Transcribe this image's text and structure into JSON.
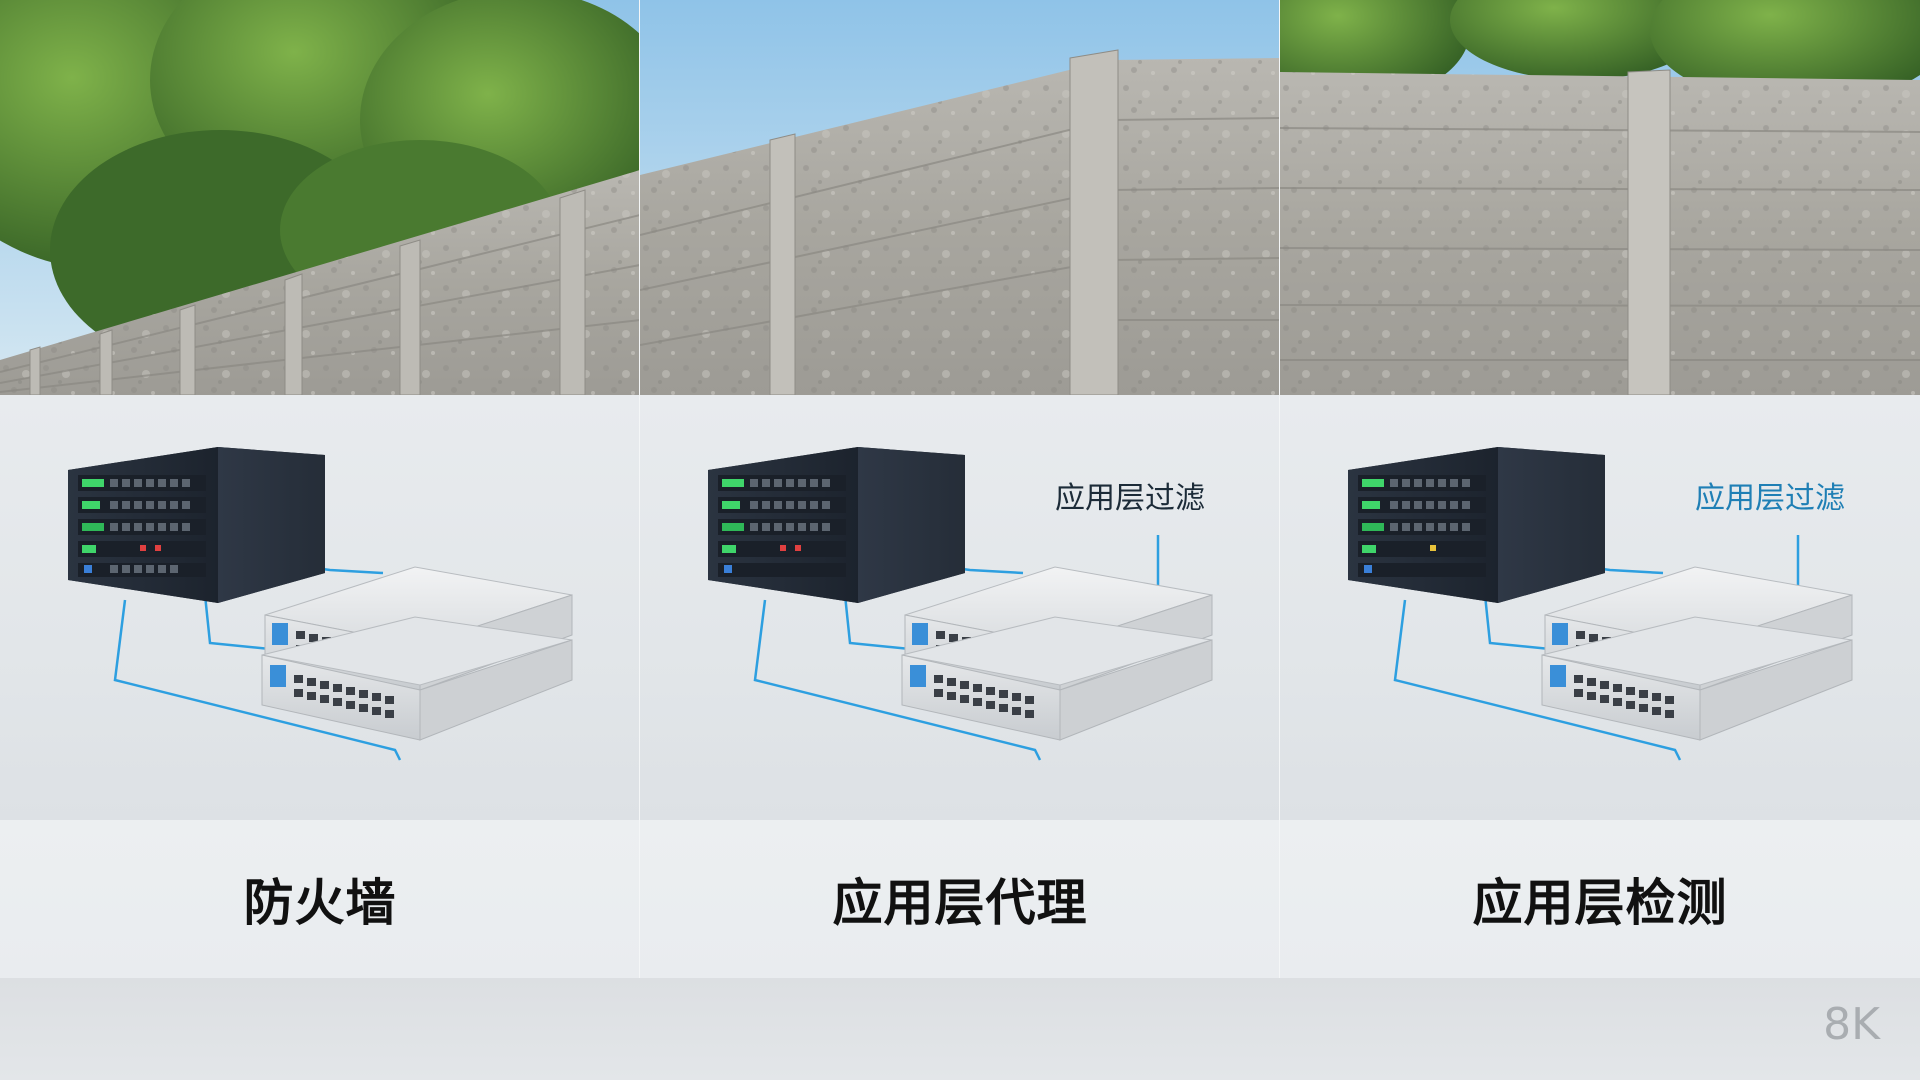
{
  "panels": [
    {
      "caption": "防火墙",
      "filter_label": ""
    },
    {
      "caption": "应用层代理",
      "filter_label": "应用层过滤"
    },
    {
      "caption": "应用层检测",
      "filter_label": "应用层过滤"
    }
  ],
  "badge": "8K",
  "colors": {
    "cable": "#2d9fe0",
    "label_dark": "#1c2b38",
    "label_blue": "#1f7fb5",
    "caption": "#111111"
  }
}
